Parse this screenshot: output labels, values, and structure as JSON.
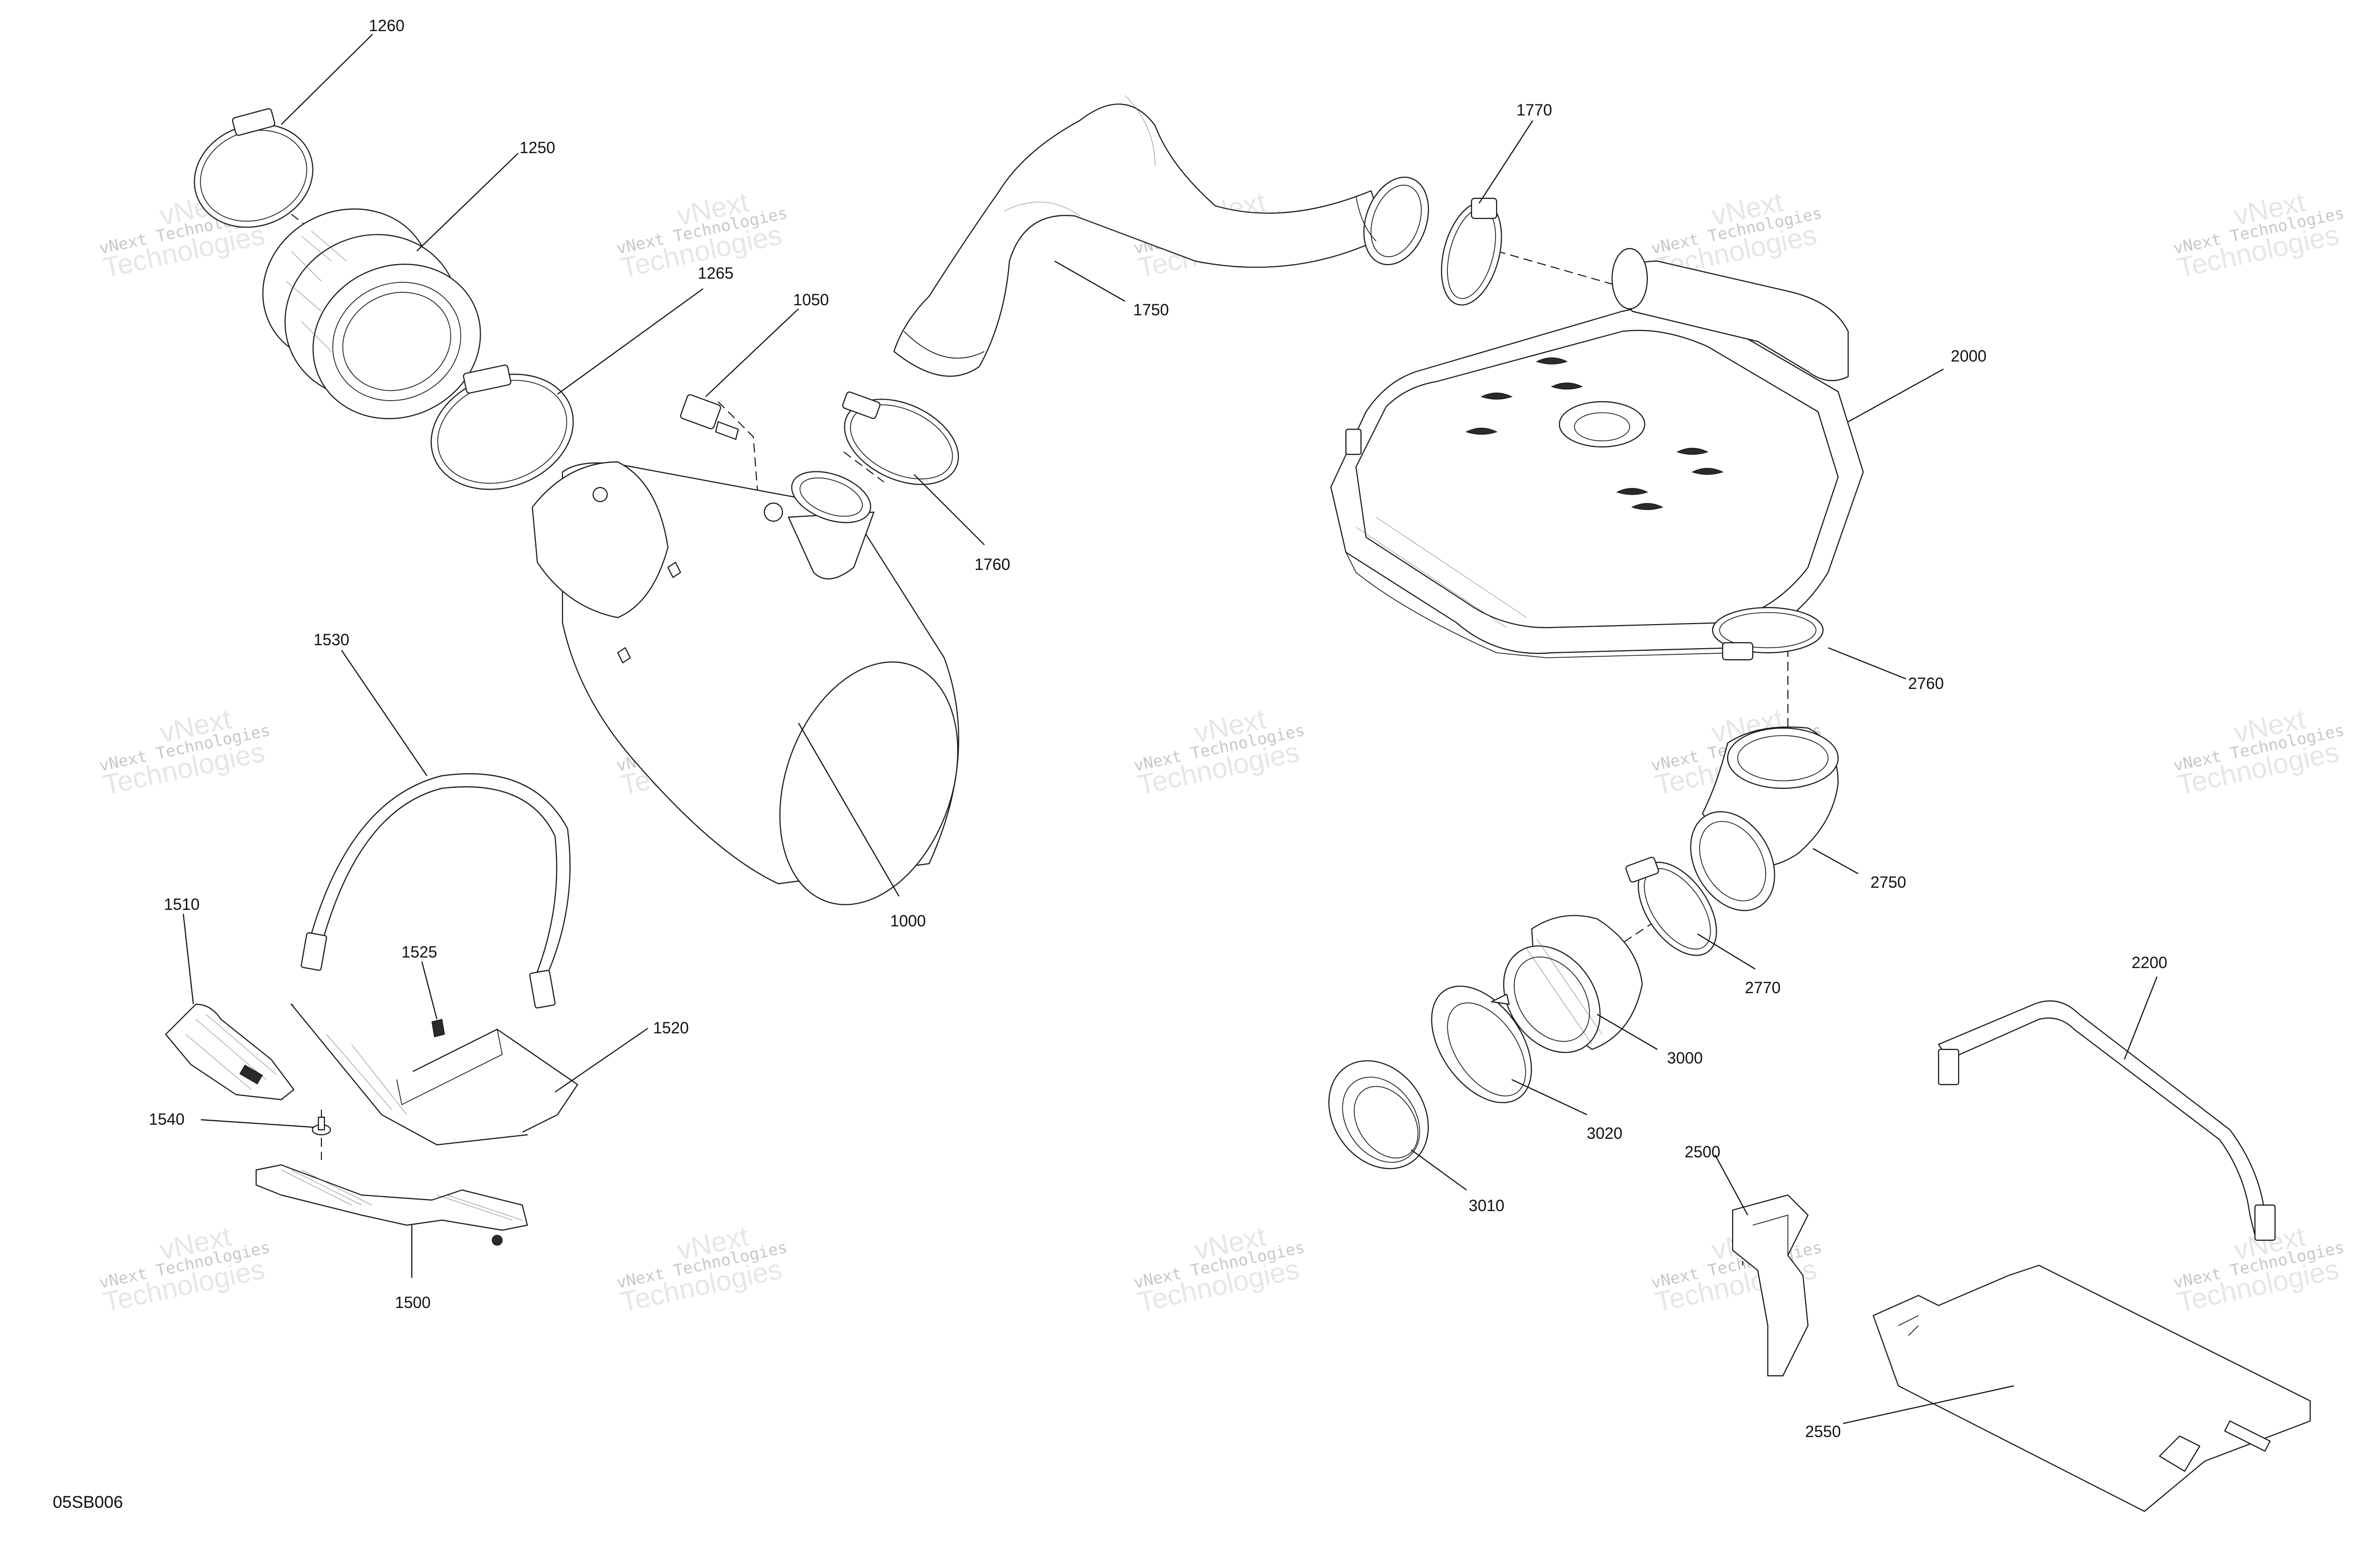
{
  "figure_code": "05SB006",
  "watermark": {
    "line1": "vNext Technologies",
    "line2": "Technologies",
    "line3": "vNext"
  },
  "callouts": [
    {
      "id": "c1260",
      "label": "1260"
    },
    {
      "id": "c1250",
      "label": "1250"
    },
    {
      "id": "c1265",
      "label": "1265"
    },
    {
      "id": "c1050",
      "label": "1050"
    },
    {
      "id": "c1750",
      "label": "1750"
    },
    {
      "id": "c1760",
      "label": "1760"
    },
    {
      "id": "c1770a",
      "label": "1770"
    },
    {
      "id": "c2000",
      "label": "2000"
    },
    {
      "id": "c2760",
      "label": "2760"
    },
    {
      "id": "c1530",
      "label": "1530"
    },
    {
      "id": "c1000",
      "label": "1000"
    },
    {
      "id": "c1510",
      "label": "1510"
    },
    {
      "id": "c1525",
      "label": "1525"
    },
    {
      "id": "c1520",
      "label": "1520"
    },
    {
      "id": "c1540",
      "label": "1540"
    },
    {
      "id": "c1500",
      "label": "1500"
    },
    {
      "id": "c2750",
      "label": "2750"
    },
    {
      "id": "c2770",
      "label": "2770"
    },
    {
      "id": "c3000",
      "label": "3000"
    },
    {
      "id": "c3020",
      "label": "3020"
    },
    {
      "id": "c3010",
      "label": "3010"
    },
    {
      "id": "c2200",
      "label": "2200"
    },
    {
      "id": "c2500",
      "label": "2500"
    },
    {
      "id": "c2550",
      "label": "2550"
    }
  ]
}
